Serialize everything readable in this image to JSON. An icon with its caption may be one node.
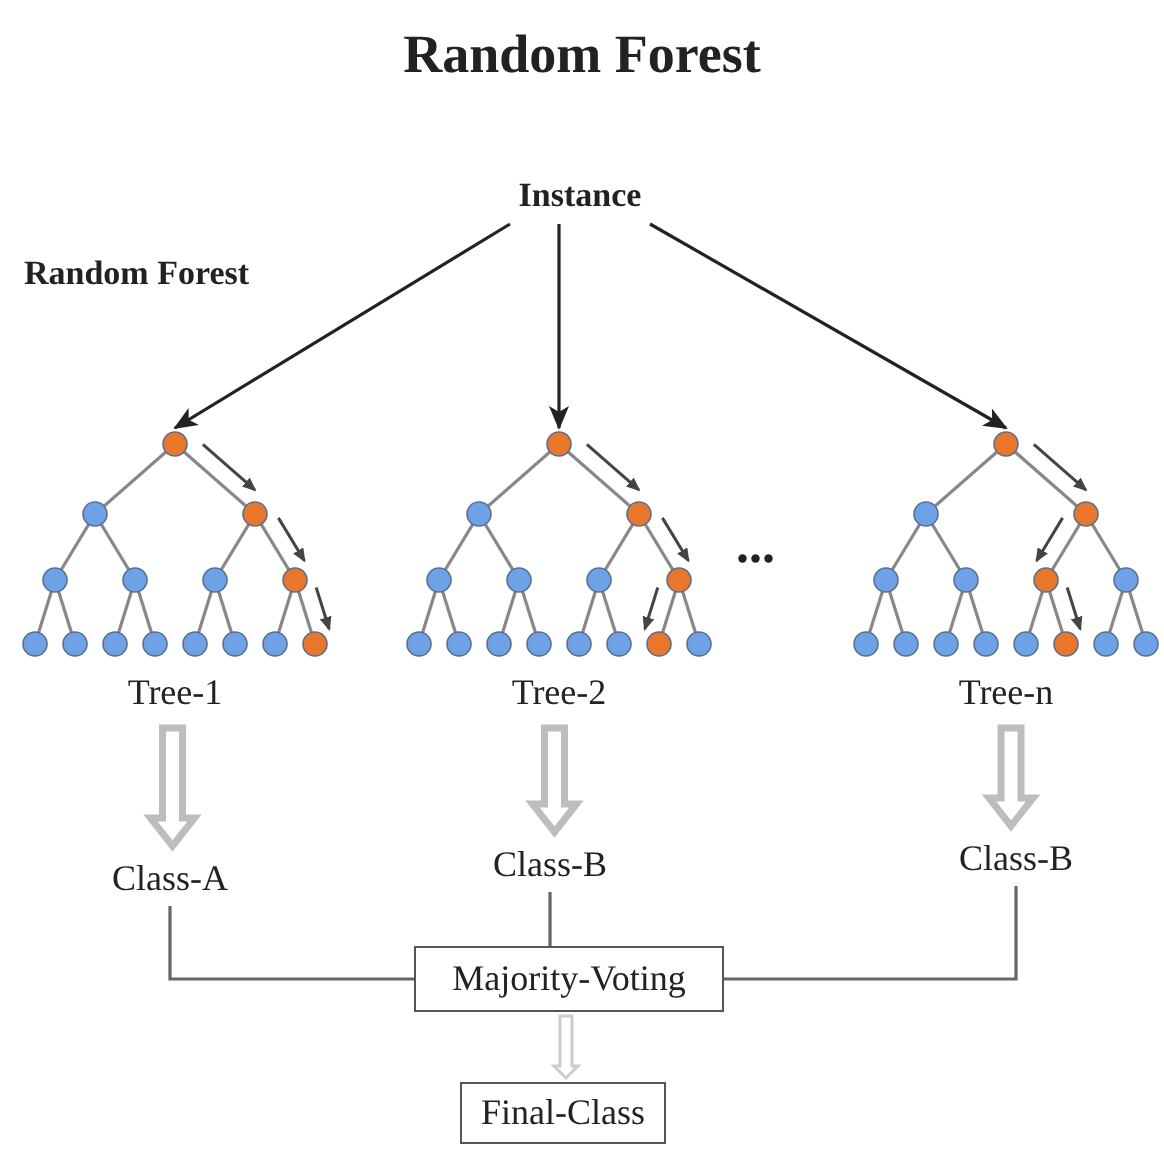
{
  "diagram": {
    "title": "Random Forest",
    "nodes": [
      {
        "text": [
          "Instance"
        ]
      },
      {
        "text": [],
        "shape": "picture",
        "beside": [
          "Tree-1"
        ]
      },
      {
        "text": [],
        "shape": "picture",
        "beside": [
          "Tree-2"
        ]
      },
      {
        "text": [],
        "shape": "picture",
        "beside": [
          "Tree-n"
        ]
      },
      {
        "text": [
          "Class-A"
        ]
      },
      {
        "text": [
          "Class-B"
        ]
      },
      {
        "text": [
          "Class-B"
        ]
      },
      {
        "text": [
          "Majority-Voting"
        ]
      },
      {
        "text": [
          "Final-Class"
        ]
      }
    ],
    "edges": [
      {
        "from": 0,
        "to": 1,
        "arrow": "to"
      },
      {
        "from": 0,
        "to": 2,
        "arrow": "to"
      },
      {
        "from": 0,
        "to": 3,
        "arrow": "to"
      },
      {
        "from": 1,
        "to": 4,
        "arrow": "to",
        "style": "thick",
        "color": "#bdbdbd"
      },
      {
        "from": 2,
        "to": 5,
        "arrow": "to",
        "style": "thick",
        "color": "#bdbdbd"
      },
      {
        "from": 3,
        "to": 6,
        "arrow": "to",
        "style": "thick",
        "color": "#bdbdbd"
      },
      {
        "from": 4,
        "to": 7,
        "arrow": "none",
        "color": "#666666"
      },
      {
        "from": 5,
        "to": 7,
        "arrow": "none",
        "color": "#666666"
      },
      {
        "from": 6,
        "to": 7,
        "arrow": "none",
        "color": "#666666"
      },
      {
        "from": 7,
        "to": 8,
        "arrow": "to",
        "style": "thick",
        "color": "#cccccc"
      }
    ],
    "labels": [
      "Random Forest",
      "..."
    ]
  }
}
